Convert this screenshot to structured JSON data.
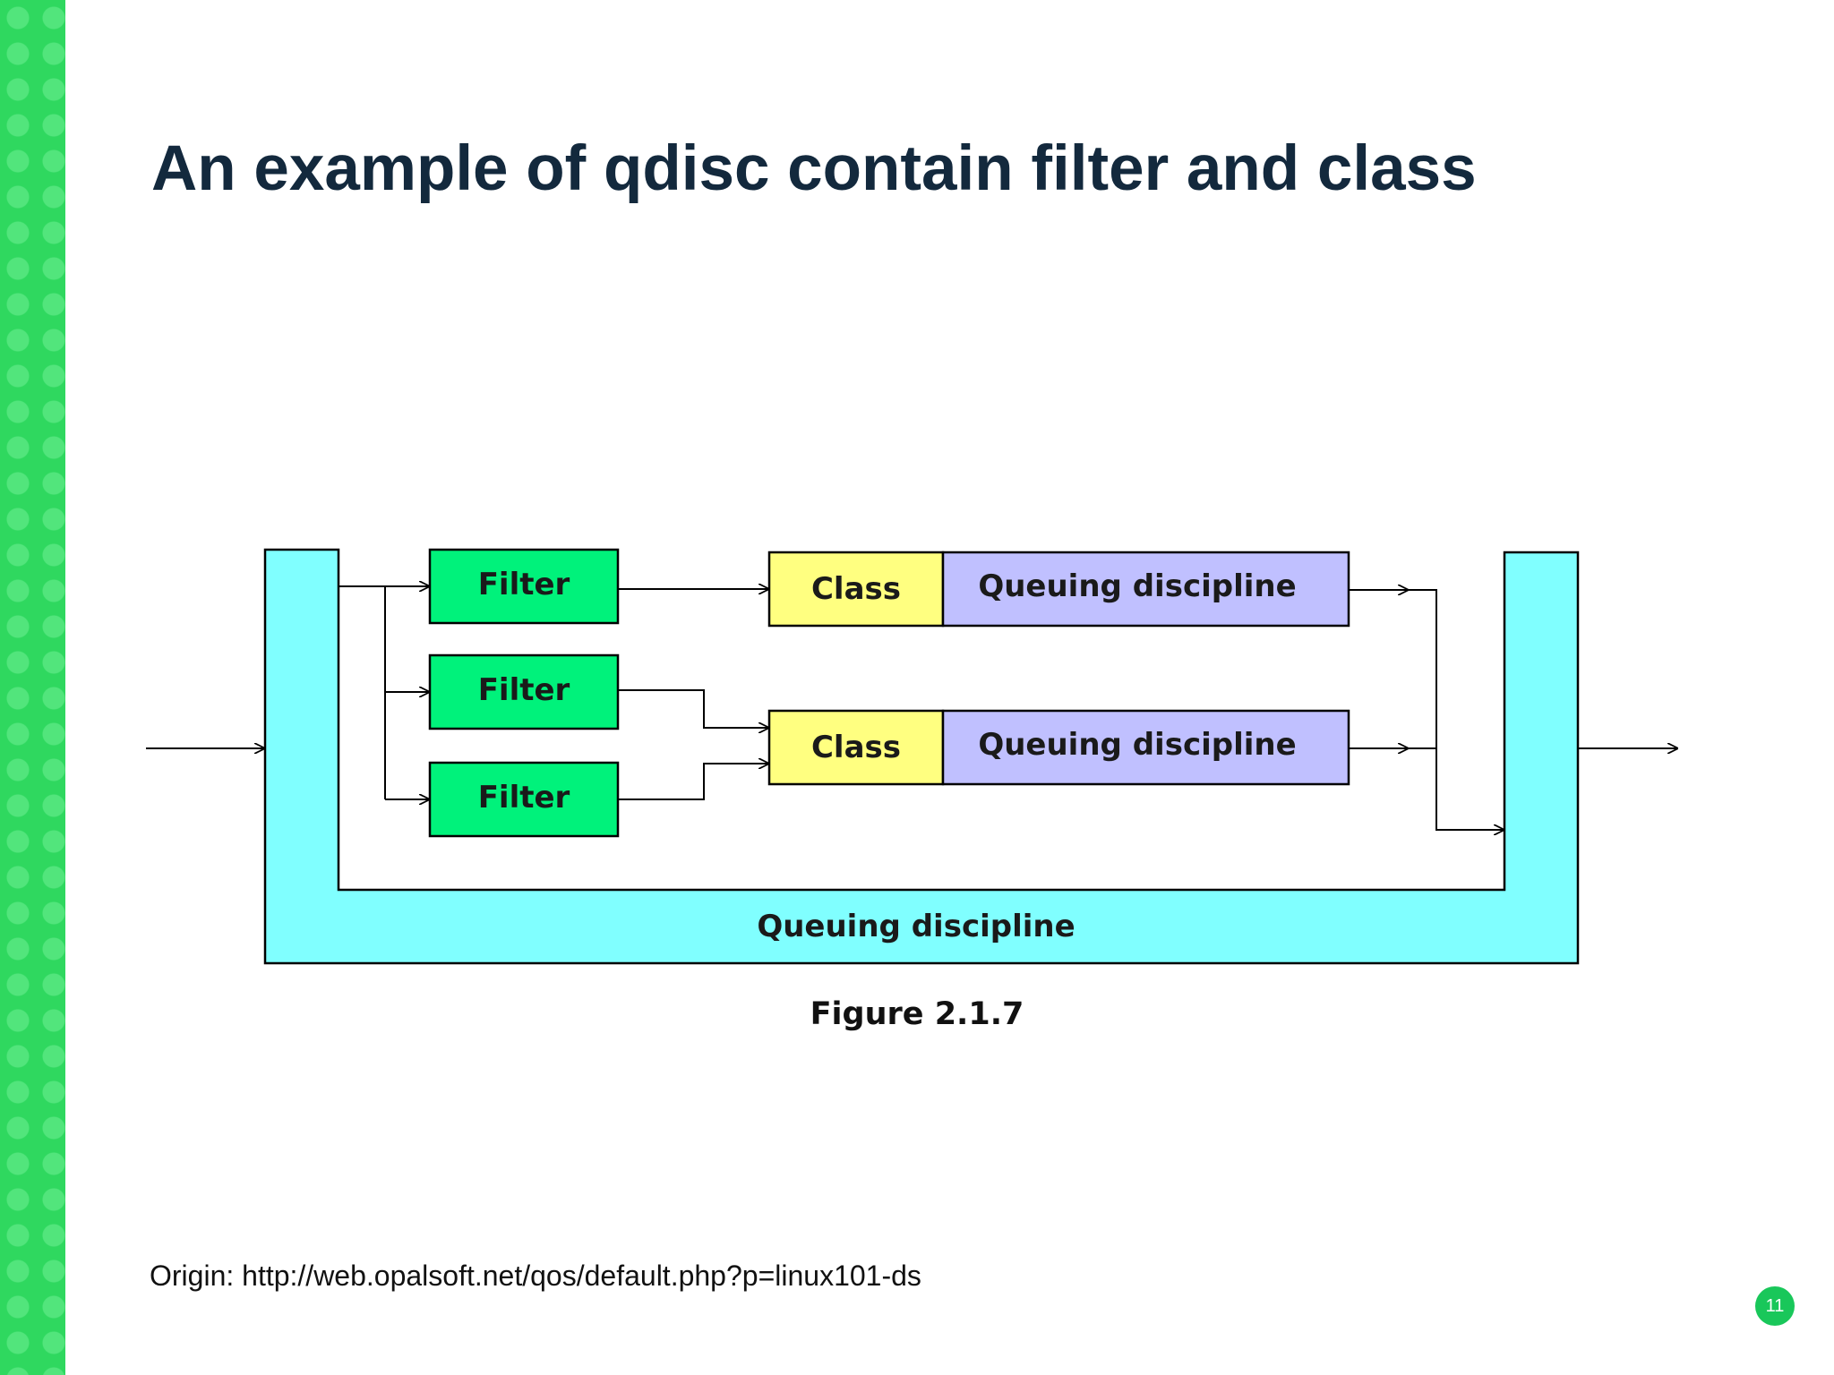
{
  "slide": {
    "title": "An example of qdisc contain filter and class",
    "origin": "Origin: http://web.opalsoft.net/qos/default.php?p=linux101-ds",
    "page_number": "11"
  },
  "diagram": {
    "filters": [
      "Filter",
      "Filter",
      "Filter"
    ],
    "classes": [
      {
        "label": "Class",
        "qdisc": "Queuing discipline"
      },
      {
        "label": "Class",
        "qdisc": "Queuing discipline"
      }
    ],
    "outer_qdisc": "Queuing discipline",
    "caption": "Figure 2.1.7"
  },
  "colors": {
    "title": "#13293d",
    "sidebar": "#2fd85f",
    "filter_fill": "#00f27b",
    "class_fill": "#ffff80",
    "qdisc_fill": "#c0c0ff",
    "outer_qdisc_fill": "#80ffff",
    "badge": "#19c75a"
  }
}
